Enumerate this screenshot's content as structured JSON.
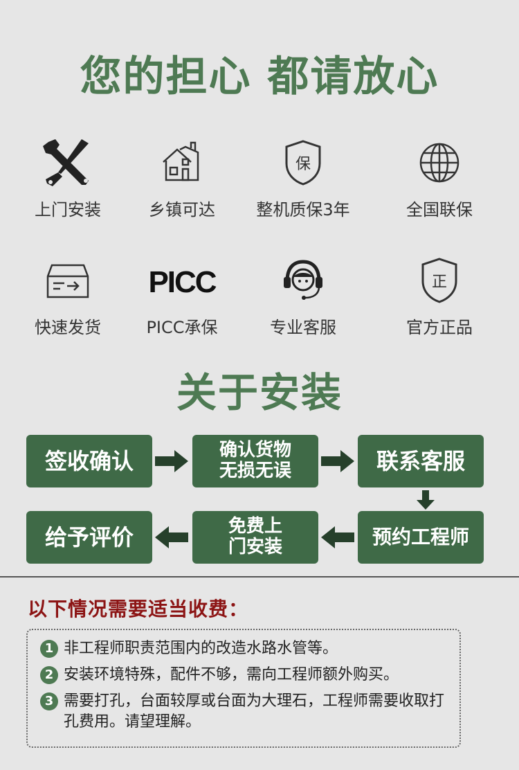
{
  "header": {
    "title": "您的担心 都请放心"
  },
  "features": [
    {
      "label": "上门安装",
      "icon": "wrench-screwdriver-icon"
    },
    {
      "label": "乡镇可达",
      "icon": "house-icon"
    },
    {
      "label": "整机质保3年",
      "icon": "warranty-shield-icon",
      "glyph": "保"
    },
    {
      "label": "全国联保",
      "icon": "globe-icon"
    },
    {
      "label": "快速发货",
      "icon": "delivery-box-icon"
    },
    {
      "label": "PICC承保",
      "icon": "picc-logo",
      "logo_text": "PICC"
    },
    {
      "label": "专业客服",
      "icon": "headset-agent-icon"
    },
    {
      "label": "官方正品",
      "icon": "genuine-shield-icon",
      "glyph": "正"
    }
  ],
  "install": {
    "title": "关于安装",
    "steps": {
      "s1": "签收确认",
      "s2a": "确认货物",
      "s2b": "无损无误",
      "s3": "联系客服",
      "s4": "预约工程师",
      "s5a": "免费上",
      "s5b": "门安装",
      "s6": "给予评价"
    }
  },
  "fees": {
    "title": "以下情况需要适当收费：",
    "items": [
      {
        "num": "1",
        "text": "非工程师职责范围内的改造水路水管等。"
      },
      {
        "num": "2",
        "text": "安装环境特殊，配件不够，需向工程师额外购买。"
      },
      {
        "num": "3",
        "text": "需要打孔，台面较厚或台面为大理石，工程师需要收取打孔费用。请望理解。"
      }
    ]
  },
  "colors": {
    "green": "#4e7a53",
    "box": "#3f6a47",
    "red": "#8c1414",
    "background": "#e6e6e6"
  }
}
